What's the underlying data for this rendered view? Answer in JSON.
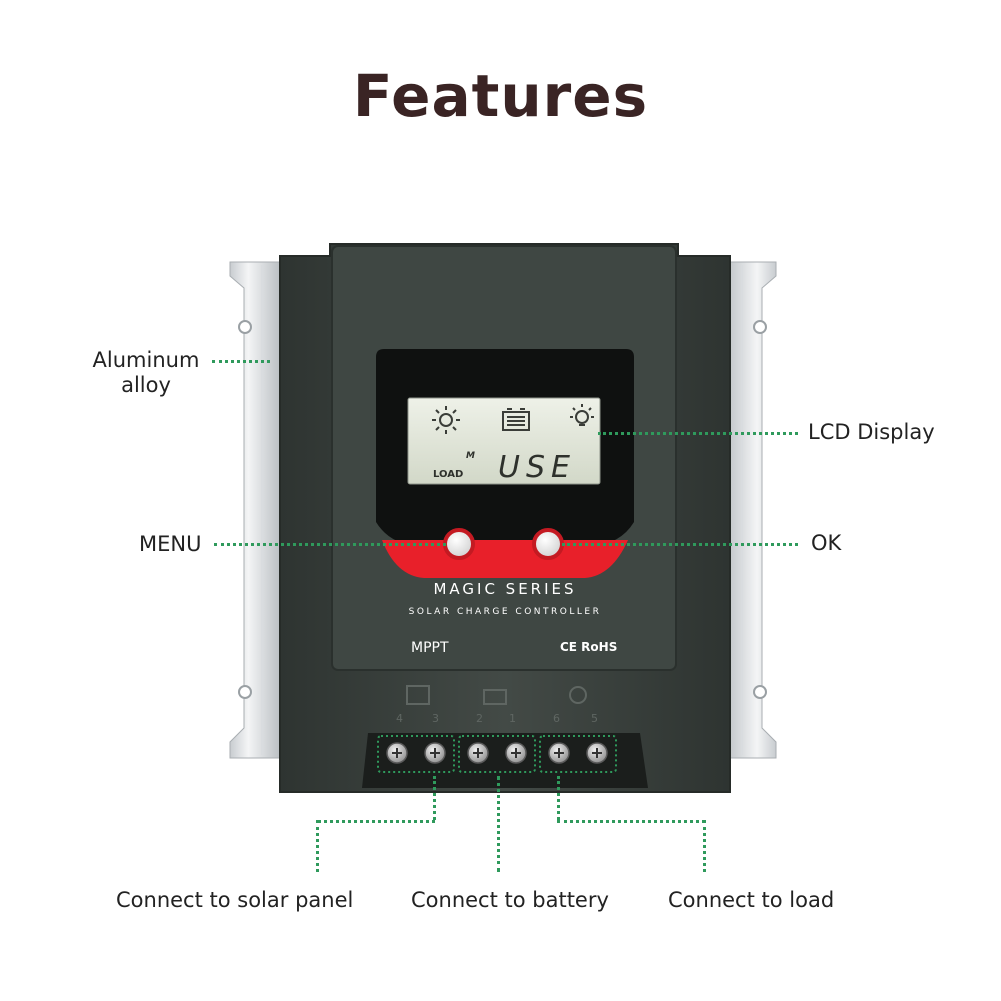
{
  "title": "Features",
  "device": {
    "series": "MAGIC SERIES",
    "subtitle": "SOLAR CHARGE CONTROLLER",
    "mppt": "MPPT",
    "cert": "CE RoHS",
    "lcd_text": "USE",
    "lcd_m": "M",
    "lcd_load": "LOAD",
    "terminal_numbers": [
      "4",
      "3",
      "2",
      "1",
      "6",
      "5"
    ]
  },
  "callouts": {
    "aluminum": "Aluminum alloy",
    "aluminum_line1": "Aluminum",
    "aluminum_line2": "alloy",
    "lcd": "LCD Display",
    "menu": "MENU",
    "ok": "OK",
    "solar": "Connect to solar panel",
    "battery": "Connect to battery",
    "load": "Connect to load"
  },
  "colors": {
    "accent_line": "#2f9a5c",
    "body": "#3b423f",
    "band": "#e8202a",
    "lcd": "#dfe4d6"
  }
}
